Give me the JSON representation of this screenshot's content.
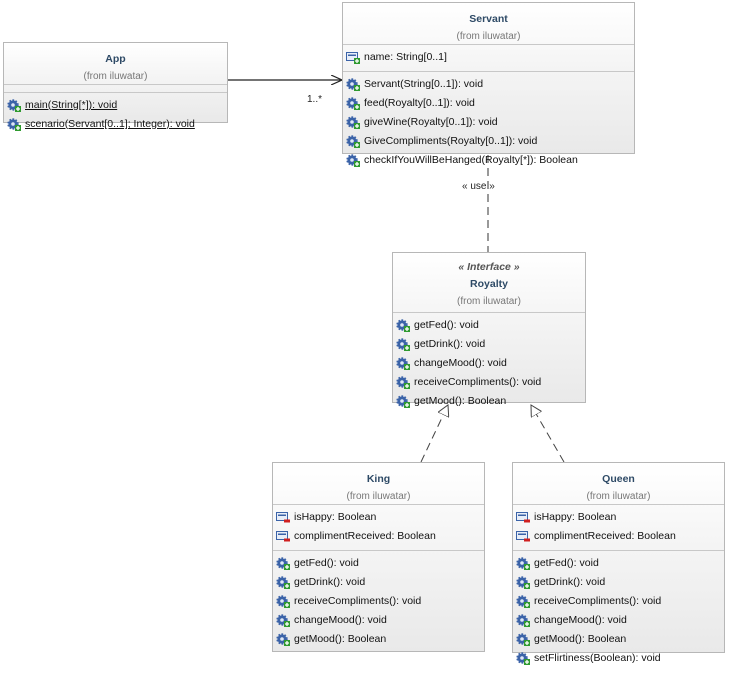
{
  "diagram": {
    "classes": {
      "app": {
        "name": "App",
        "from": "(from iluwatar)",
        "attributes": [],
        "operations": [
          {
            "text": "main(String[*]): void",
            "icon": "public-method-icon",
            "static": true
          },
          {
            "text": "scenario(Servant[0..1]; Integer): void",
            "icon": "public-method-icon",
            "static": true
          }
        ]
      },
      "servant": {
        "name": "Servant",
        "from": "(from iluwatar)",
        "attributes": [
          {
            "text": "name: String[0..1]",
            "icon": "public-attribute-icon"
          }
        ],
        "operations": [
          {
            "text": "Servant(String[0..1]): void",
            "icon": "public-method-icon"
          },
          {
            "text": "feed(Royalty[0..1]): void",
            "icon": "public-method-icon"
          },
          {
            "text": "giveWine(Royalty[0..1]): void",
            "icon": "public-method-icon"
          },
          {
            "text": "GiveCompliments(Royalty[0..1]): void",
            "icon": "public-method-icon"
          },
          {
            "text": "checkIfYouWillBeHanged(Royalty[*]): Boolean",
            "icon": "public-method-icon"
          }
        ]
      },
      "royalty": {
        "stereotype": "« Interface »",
        "name": "Royalty",
        "from": "(from iluwatar)",
        "operations": [
          {
            "text": "getFed(): void",
            "icon": "public-method-icon"
          },
          {
            "text": "getDrink(): void",
            "icon": "public-method-icon"
          },
          {
            "text": "changeMood(): void",
            "icon": "public-method-icon"
          },
          {
            "text": "receiveCompliments(): void",
            "icon": "public-method-icon"
          },
          {
            "text": "getMood(): Boolean",
            "icon": "public-method-icon"
          }
        ]
      },
      "king": {
        "name": "King",
        "from": "(from iluwatar)",
        "attributes": [
          {
            "text": "isHappy: Boolean",
            "icon": "private-attribute-icon"
          },
          {
            "text": "complimentReceived: Boolean",
            "icon": "private-attribute-icon"
          }
        ],
        "operations": [
          {
            "text": "getFed(): void",
            "icon": "public-method-icon"
          },
          {
            "text": "getDrink(): void",
            "icon": "public-method-icon"
          },
          {
            "text": "receiveCompliments(): void",
            "icon": "public-method-icon"
          },
          {
            "text": "changeMood(): void",
            "icon": "public-method-icon"
          },
          {
            "text": "getMood(): Boolean",
            "icon": "public-method-icon"
          }
        ]
      },
      "queen": {
        "name": "Queen",
        "from": "(from iluwatar)",
        "attributes": [
          {
            "text": "isHappy: Boolean",
            "icon": "private-attribute-icon"
          },
          {
            "text": "complimentReceived: Boolean",
            "icon": "private-attribute-icon"
          }
        ],
        "operations": [
          {
            "text": "getFed(): void",
            "icon": "public-method-icon"
          },
          {
            "text": "getDrink(): void",
            "icon": "public-method-icon"
          },
          {
            "text": "receiveCompliments(): void",
            "icon": "public-method-icon"
          },
          {
            "text": "changeMood(): void",
            "icon": "public-method-icon"
          },
          {
            "text": "getMood(): Boolean",
            "icon": "public-method-icon"
          },
          {
            "text": "setFlirtiness(Boolean): void",
            "icon": "public-method-icon"
          }
        ]
      }
    },
    "relations": {
      "app_servant_multiplicity": "1..*",
      "use_stereotype": "« use »"
    },
    "colors": {
      "class_name": "#2e4a66",
      "border": "#b7b7b7",
      "icon_blue": "#3b63a8",
      "icon_plus_green": "#2f9a2f",
      "icon_private_red": "#d02020"
    }
  }
}
